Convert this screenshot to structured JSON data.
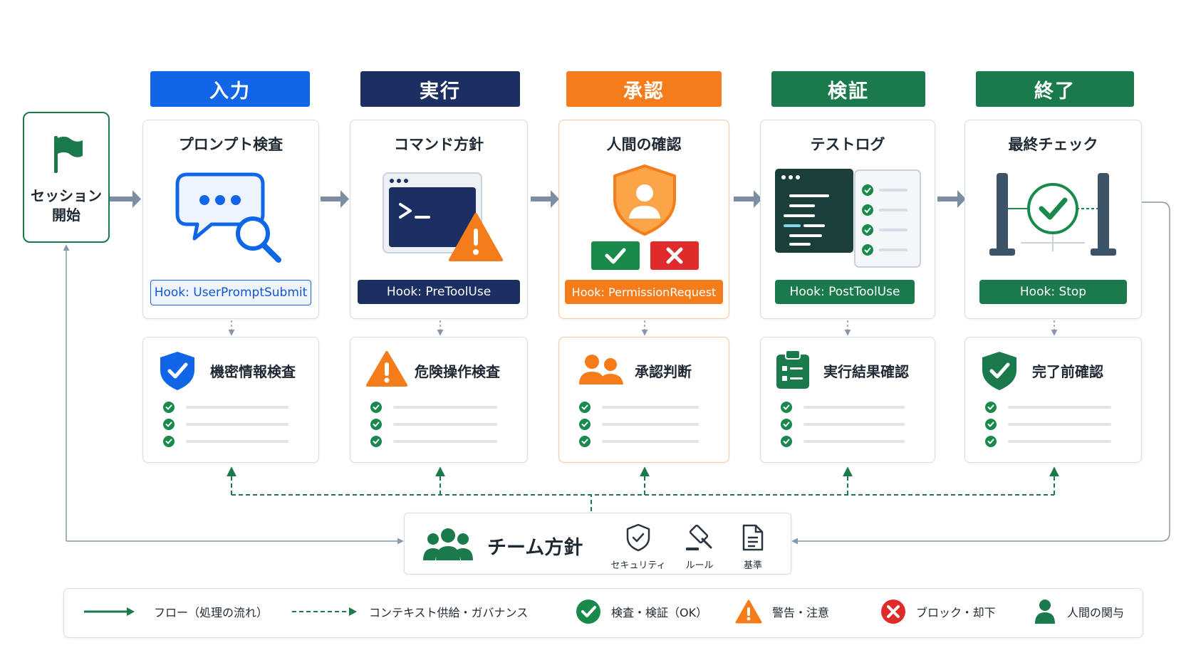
{
  "session": {
    "label_line1": "セッション",
    "label_line2": "開始"
  },
  "stages": [
    {
      "header": "入力",
      "title": "プロンプト検査",
      "hook": "Hook: UserPromptSubmit",
      "check": "機密情報検査",
      "color": "#1166e8"
    },
    {
      "header": "実行",
      "title": "コマンド方針",
      "hook": "Hook: PreToolUse",
      "check": "危険操作検査",
      "color": "#1b2f63"
    },
    {
      "header": "承認",
      "title": "人間の確認",
      "hook": "Hook: PermissionRequest",
      "check": "承認判断",
      "color": "#f47c1b"
    },
    {
      "header": "検証",
      "title": "テストログ",
      "hook": "Hook: PostToolUse",
      "check": "実行結果確認",
      "color": "#1a7a4c"
    },
    {
      "header": "終了",
      "title": "最終チェック",
      "hook": "Hook: Stop",
      "check": "完了前確認",
      "color": "#1a7a4c"
    }
  ],
  "policy": {
    "title": "チーム方針",
    "items": [
      {
        "label": "セキュリティ",
        "icon": "shield-check-icon"
      },
      {
        "label": "ルール",
        "icon": "gavel-icon"
      },
      {
        "label": "基準",
        "icon": "document-icon"
      }
    ]
  },
  "legend": [
    {
      "label": "フロー（処理の流れ）",
      "icon": "solid-arrow-icon"
    },
    {
      "label": "コンテキスト供給・ガバナンス",
      "icon": "dashed-arrow-icon"
    },
    {
      "label": "検査・検証（OK）",
      "icon": "check-circle-icon"
    },
    {
      "label": "警告・注意",
      "icon": "warning-icon"
    },
    {
      "label": "ブロック・却下",
      "icon": "block-icon"
    },
    {
      "label": "人間の関与",
      "icon": "person-icon"
    }
  ],
  "colors": {
    "blue": "#1166e8",
    "navy": "#1b2f63",
    "orange": "#f47c1b",
    "green": "#1a7a4c",
    "red": "#e02b2b",
    "connector": "#7d8ea3"
  }
}
